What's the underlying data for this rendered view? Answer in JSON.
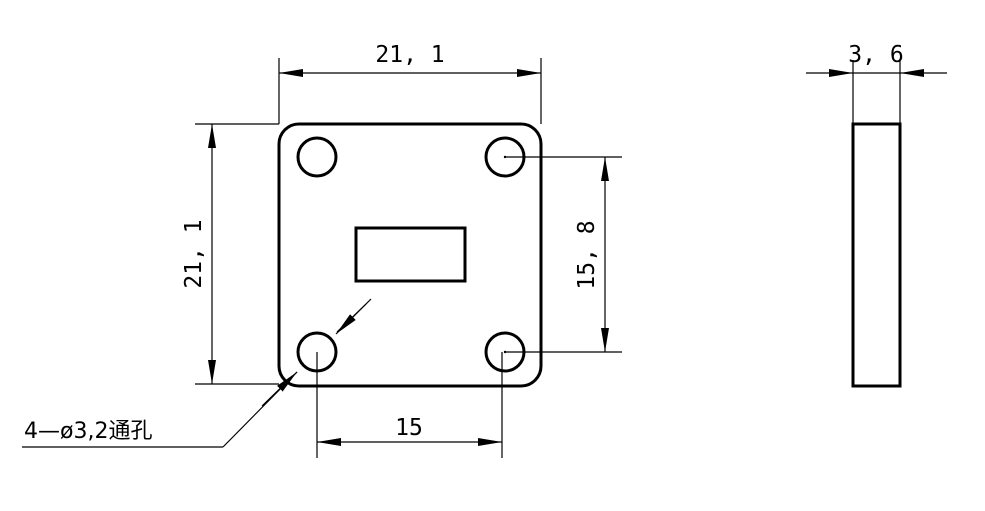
{
  "drawing": {
    "front_view": {
      "dim_width": "21, 1",
      "dim_height": "21, 1",
      "dim_hole_vertical_spacing": "15, 8",
      "dim_hole_horizontal_spacing": "15",
      "hole_note": "4—ø3,2通孔"
    },
    "side_view": {
      "dim_thickness": "3, 6"
    },
    "colors": {
      "line": "#000000",
      "background": "#ffffff"
    }
  }
}
